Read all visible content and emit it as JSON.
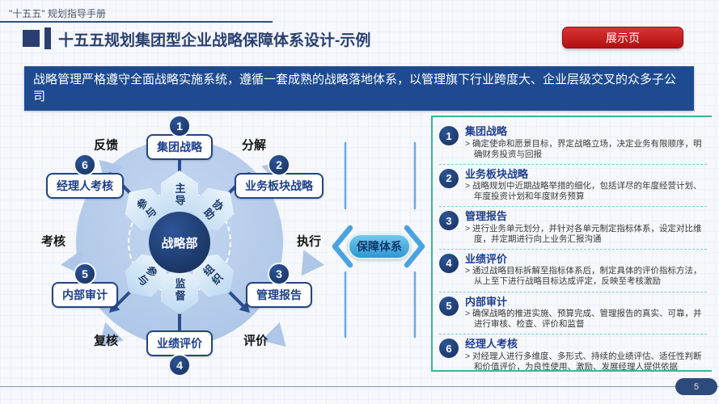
{
  "page": {
    "eyebrow": "\"十五五\" 规划指导手册",
    "title": "十五五规划集团型企业战略保障体系设计-示例",
    "show_badge": "展示页",
    "page_number": "5"
  },
  "banner": {
    "text": "战略管理严格遵守全面战略实施系统，遵循一套成熟的战略落地体系，以管理旗下行业跨度大、企业层级交叉的众多子公司"
  },
  "diagram": {
    "center_label": "战略部",
    "connector_label": "保障体系",
    "petals": {
      "top": "主导",
      "top_right": "协助",
      "bottom_right": "组织",
      "bottom": "监督",
      "bottom_left": "参与",
      "top_left": "参与"
    },
    "cycle_labels": {
      "top_left": "反馈",
      "top_right": "分解",
      "right": "执行",
      "bottom_right": "评价",
      "bottom_left": "复核",
      "left": "考核"
    },
    "nodes": [
      {
        "num": "1",
        "label": "集团战略"
      },
      {
        "num": "2",
        "label": "业务板块战略"
      },
      {
        "num": "3",
        "label": "管理报告"
      },
      {
        "num": "4",
        "label": "业绩评价"
      },
      {
        "num": "5",
        "label": "内部审计"
      },
      {
        "num": "6",
        "label": "经理人考核"
      }
    ]
  },
  "details": {
    "items": [
      {
        "num": "1",
        "title": "集团战略",
        "desc": "> 确定使命和愿景目标，界定战略立场，决定业务有限顺序，明确财务投资与回报"
      },
      {
        "num": "2",
        "title": "业务板块战略",
        "desc": "> 战略规划中近期战略举措的细化，包括详尽的年度经营计划、年度投资计划和年度财务预算"
      },
      {
        "num": "3",
        "title": "管理报告",
        "desc": "> 进行业务单元划分，并针对各单元制定指标体系，设定对比维度，并定期进行向上业务汇报沟通"
      },
      {
        "num": "4",
        "title": "业绩评价",
        "desc": "> 通过战略目标拆解至指标体系后，制定具体的评价指标方法，从上至下进行战略目标达成评定，反映至考核激励"
      },
      {
        "num": "5",
        "title": "内部审计",
        "desc": "> 确保战略的推进实施、预算完成、管理报告的真实、可靠，并进行审核、检查、评价和监督"
      },
      {
        "num": "6",
        "title": "经理人考核",
        "desc": "> 对经理人进行多维度、多形式、持续的业绩评估、适任性判断和价值评价，为良性使用、激励、发展经理人提供依据"
      }
    ]
  },
  "colors": {
    "accent_navy": "#2a3f6f",
    "banner_blue": "#1e4b8f",
    "badge_red": "#c11a1a",
    "panel_teal": "#3ab795",
    "connector_blue": "#4aa3e0"
  }
}
